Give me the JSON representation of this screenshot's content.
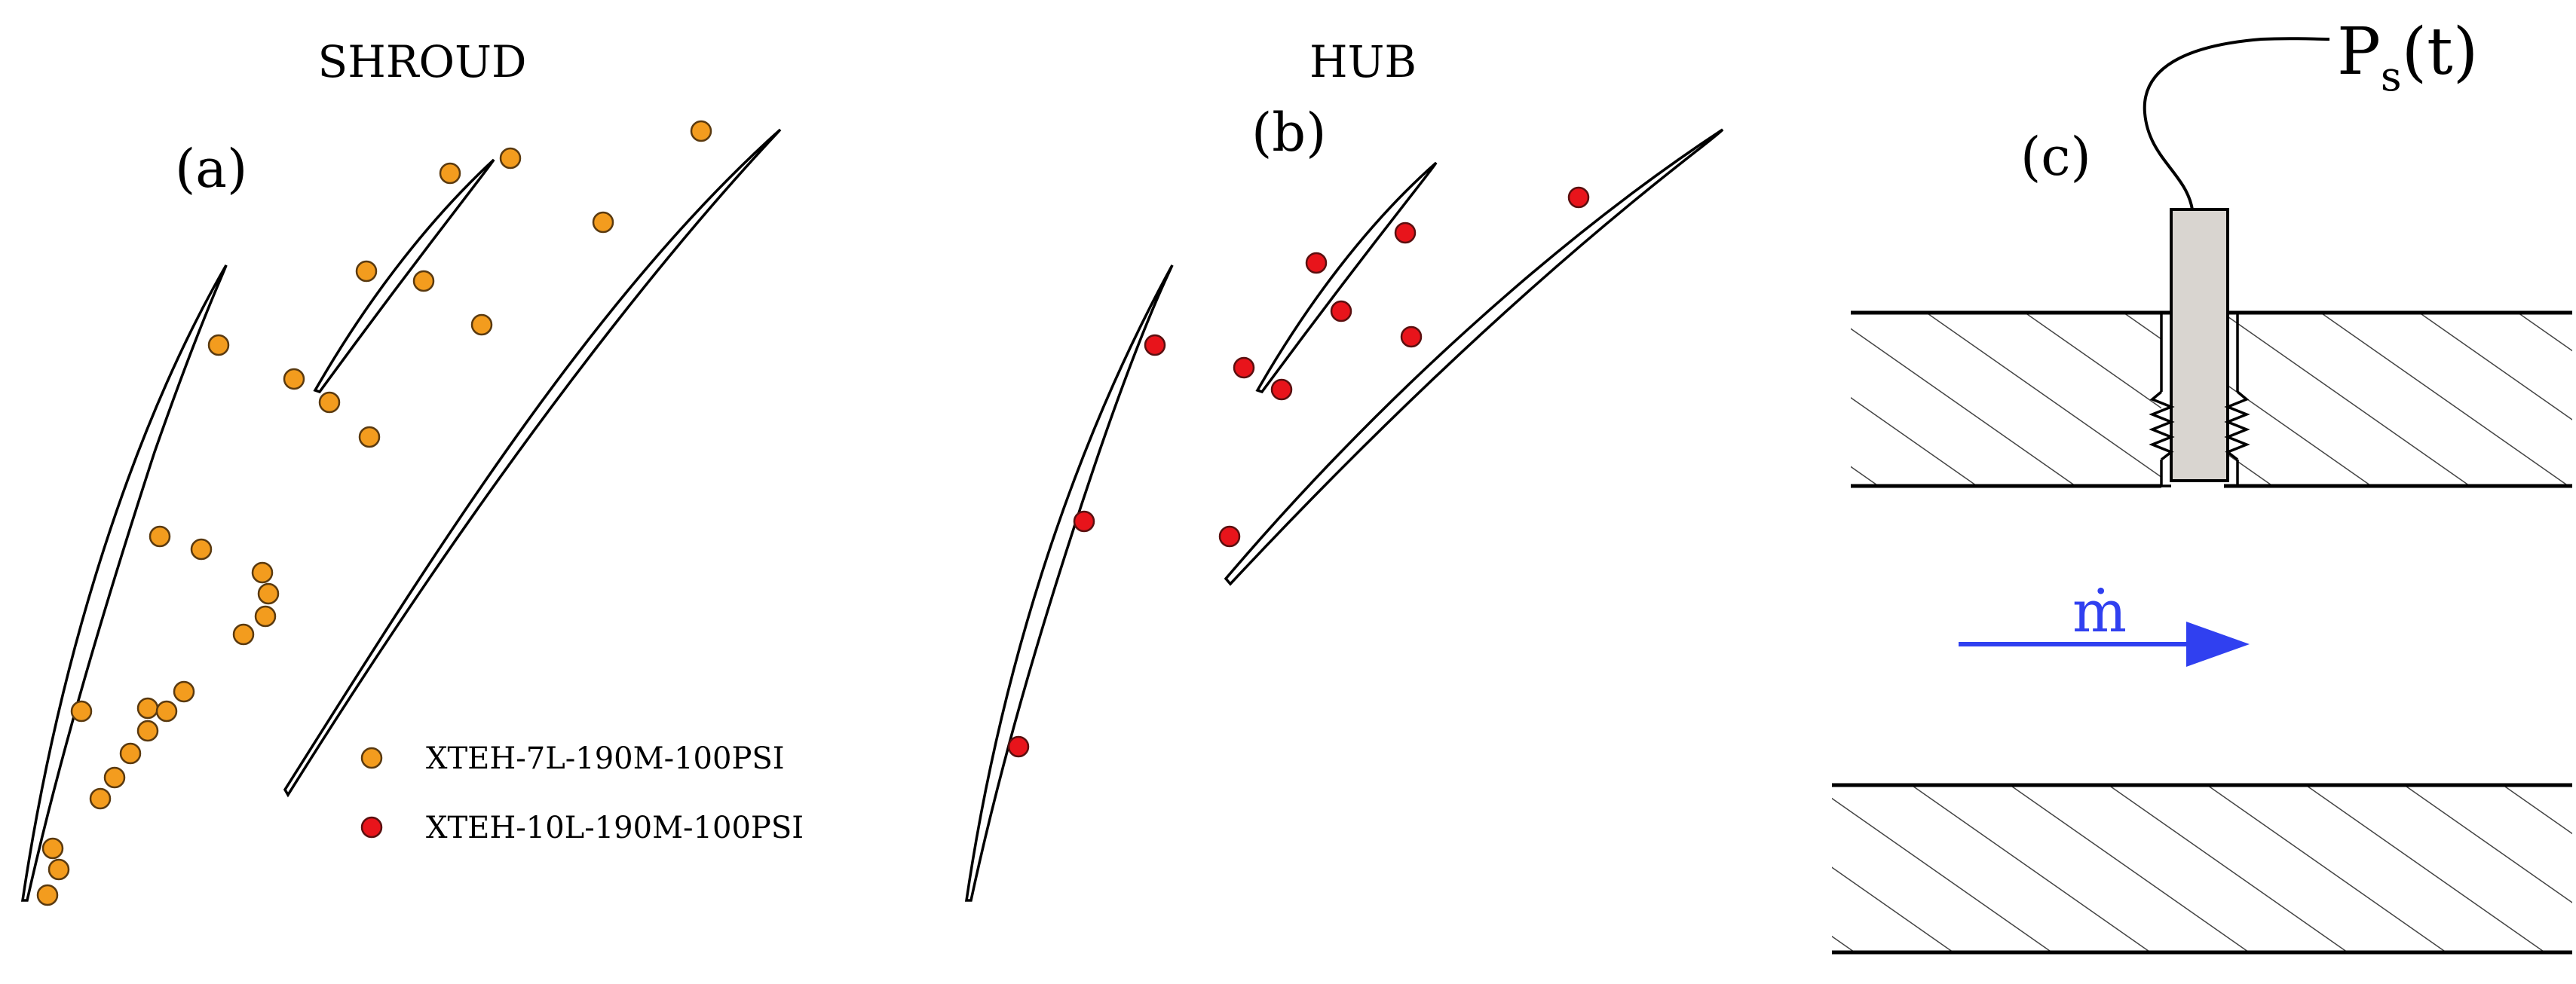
{
  "panels": {
    "a": {
      "label": "(a)",
      "title": "SHROUD"
    },
    "b": {
      "label": "(b)",
      "title": "HUB"
    },
    "c": {
      "label": "(c)",
      "pressure_main": "P",
      "pressure_sub": "s",
      "pressure_tail": "(t)",
      "flow_symbol": "ṁ"
    }
  },
  "legend": {
    "items": [
      {
        "label": "XTEH-7L-190M-100PSI",
        "color": "#F39C1E"
      },
      {
        "label": "XTEH-10L-190M-100PSI",
        "color": "#E8141B"
      }
    ]
  },
  "colors": {
    "sensor_7L": "#F39C1E",
    "sensor_10L": "#E8141B",
    "flow_arrow": "#3040F0",
    "probe_fill": "#D9D5D0"
  }
}
